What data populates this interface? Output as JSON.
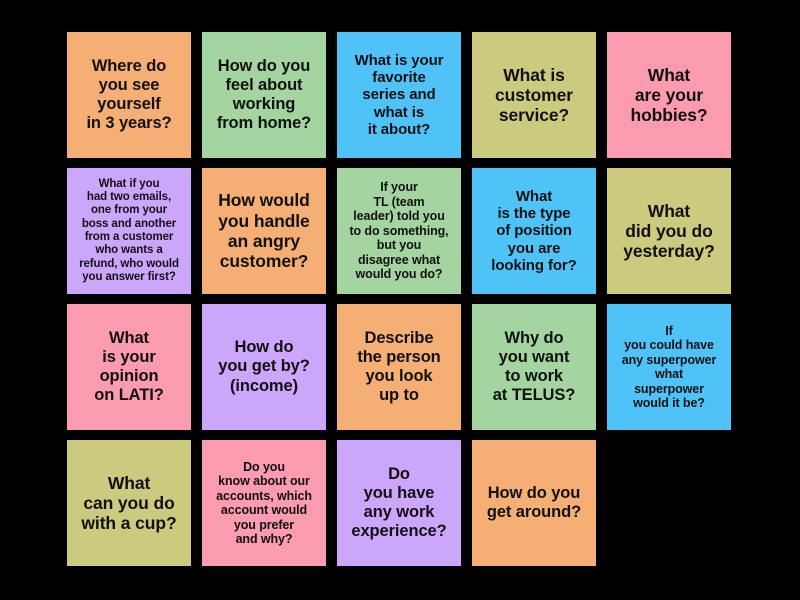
{
  "board": {
    "background_color": "#000000",
    "columns": 5,
    "rows": 4,
    "palette": {
      "orange": "#F5AE74",
      "green": "#A4D4A0",
      "blue": "#4FC3F7",
      "olive": "#CCCA7E",
      "pink": "#FB9BAF",
      "purple": "#CBA6FB"
    },
    "cards": [
      {
        "text": "Where do\nyou see\nyourself\nin 3 years?",
        "color": "#F5AE74",
        "color_name": "orange",
        "size": "lg"
      },
      {
        "text": "How do you\nfeel about\nworking\nfrom home?",
        "color": "#A4D4A0",
        "color_name": "green",
        "size": "lg"
      },
      {
        "text": "What is your\nfavorite\nseries and\nwhat is\nit about?",
        "color": "#4FC3F7",
        "color_name": "blue",
        "size": "md"
      },
      {
        "text": "What is\ncustomer\nservice?",
        "color": "#CCCA7E",
        "color_name": "olive",
        "size": "xl"
      },
      {
        "text": "What\nare your\nhobbies?",
        "color": "#FB9BAF",
        "color_name": "pink",
        "size": "xl"
      },
      {
        "text": "What if you\nhad two emails,\none from your\nboss and another\nfrom a customer\nwho wants a\nrefund, who would\nyou answer first?",
        "color": "#CBA6FB",
        "color_name": "purple",
        "size": "xs"
      },
      {
        "text": "How would\nyou handle\nan angry\ncustomer?",
        "color": "#F5AE74",
        "color_name": "orange",
        "size": "xl"
      },
      {
        "text": "If your\nTL (team\nleader) told you\nto do something,\nbut you\ndisagree what\nwould you do?",
        "color": "#A4D4A0",
        "color_name": "green",
        "size": "sm"
      },
      {
        "text": "What\nis the type\nof position\nyou are\nlooking for?",
        "color": "#4FC3F7",
        "color_name": "blue",
        "size": "md"
      },
      {
        "text": "What\ndid you do\nyesterday?",
        "color": "#CCCA7E",
        "color_name": "olive",
        "size": "xl"
      },
      {
        "text": "What\nis your\nopinion\non LATI?",
        "color": "#FB9BAF",
        "color_name": "pink",
        "size": "lg"
      },
      {
        "text": "How do\nyou get by?\n(income)",
        "color": "#CBA6FB",
        "color_name": "purple",
        "size": "lg"
      },
      {
        "text": "Describe\nthe person\nyou look\nup to",
        "color": "#F5AE74",
        "color_name": "orange",
        "size": "lg"
      },
      {
        "text": "Why do\nyou want\nto work\nat TELUS?",
        "color": "#A4D4A0",
        "color_name": "green",
        "size": "lg"
      },
      {
        "text": "If\nyou could have\nany superpower\nwhat\nsuperpower\nwould it be?",
        "color": "#4FC3F7",
        "color_name": "blue",
        "size": "sm"
      },
      {
        "text": "What\ncan you do\nwith a cup?",
        "color": "#CCCA7E",
        "color_name": "olive",
        "size": "xl"
      },
      {
        "text": "Do you\nknow about our\naccounts, which\naccount would\nyou prefer\nand why?",
        "color": "#FB9BAF",
        "color_name": "pink",
        "size": "sm"
      },
      {
        "text": "Do\nyou have\nany work\nexperience?",
        "color": "#CBA6FB",
        "color_name": "purple",
        "size": "lg"
      },
      {
        "text": "How do you\nget around?",
        "color": "#F5AE74",
        "color_name": "orange",
        "size": "lg"
      }
    ]
  }
}
